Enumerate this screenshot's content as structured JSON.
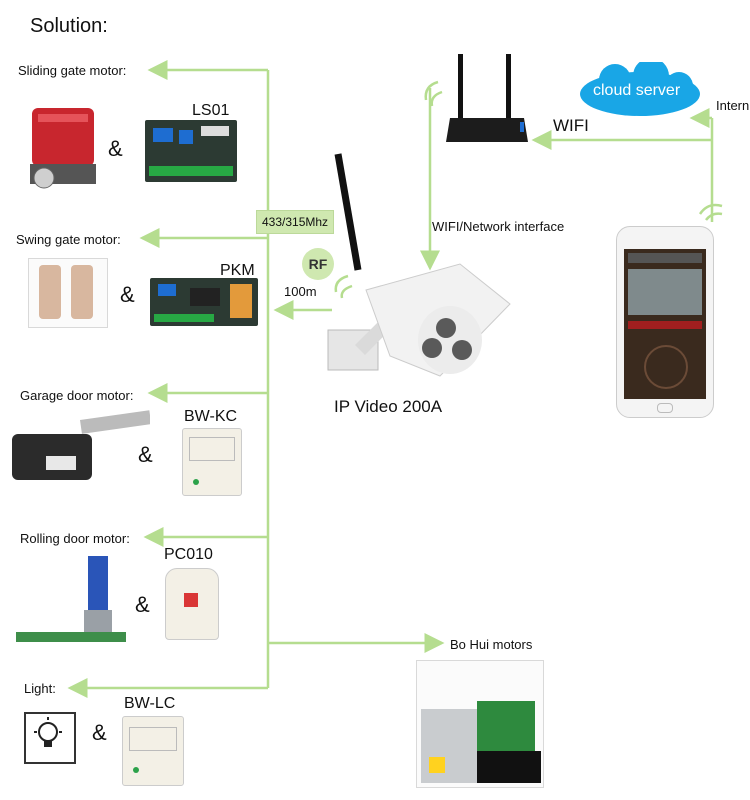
{
  "title": "Solution:",
  "labels": {
    "sliding": "Sliding gate motor:",
    "swing": "Swing gate motor:",
    "garage": "Garage door motor:",
    "rolling": "Rolling door motor:",
    "light": "Light:",
    "bohui": "Bo Hui motors"
  },
  "modules": {
    "ls01": "LS01",
    "pkm": "PKM",
    "bwkc": "BW-KC",
    "pc010": "PC010",
    "bwlc": "BW-LC"
  },
  "amp": "&",
  "camera_label": "IP Video 200A",
  "freq_badge": "433/315Mhz",
  "rf_badge": "RF",
  "range": "100m",
  "wifi_network": "WIFI/Network interface",
  "wifi": "WIFI",
  "cloud": "cloud server",
  "internet": "Intern",
  "colors": {
    "line": "#b5dd8f",
    "badge": "#cfe8b0",
    "cloud": "#19a6e6"
  }
}
